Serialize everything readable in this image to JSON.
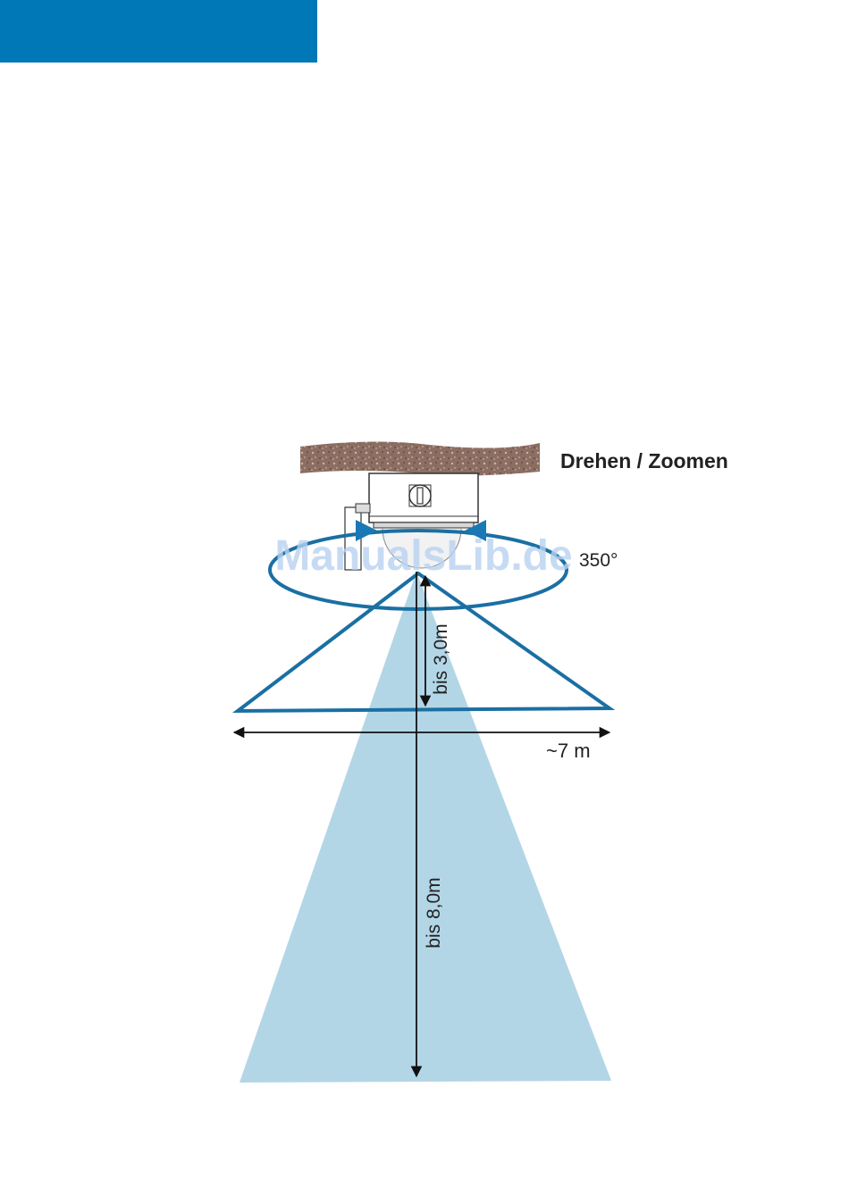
{
  "colors": {
    "header_bar": "#0078b8",
    "cone_fill": "#b3d6e7",
    "wide_outline": "#1a6fa3",
    "arrow": "#1a78b4",
    "ceiling": "#8c6e62",
    "dimension_line": "#111111",
    "watermark": "#b8d2f0"
  },
  "icons": {
    "camera": "dome-camera-icon",
    "rotate_arrows": "rotate-arrows-icon"
  },
  "labels": {
    "title": "Drehen / Zoomen",
    "rotation": "350°",
    "width": "~7 m",
    "wide_range": "bis 3,0m",
    "tele_range": "bis 8,0m"
  },
  "watermark": "ManualsLib.de"
}
